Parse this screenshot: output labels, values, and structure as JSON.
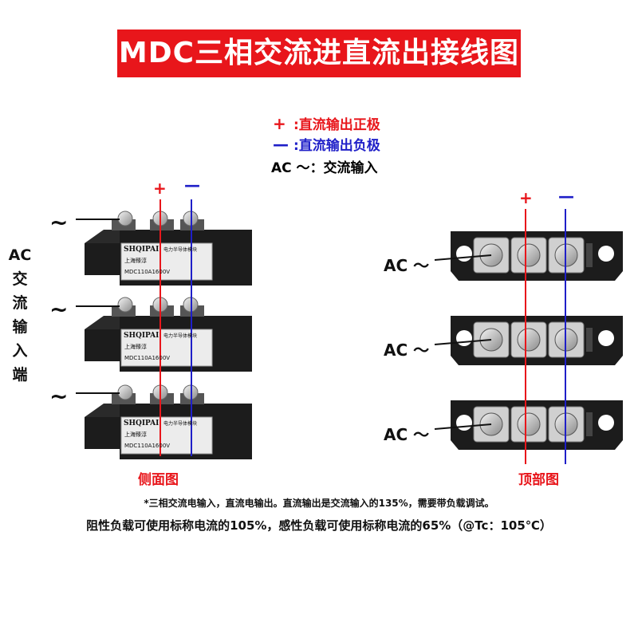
{
  "title": "MDC三相交流进直流出接线图",
  "legend": {
    "plus_symbol": "+",
    "plus_text": ":直流输出正极",
    "minus_symbol": "—",
    "minus_text": ":直流输出负极",
    "ac_symbol": "AC ～",
    "ac_text": "：交流输入"
  },
  "side_view": {
    "plus_label": "+",
    "minus_label": "—",
    "tilde_label": "~",
    "ac_vertical": [
      "AC",
      "交",
      "流",
      "输",
      "入",
      "端"
    ],
    "module_brand": "SHQIPAI",
    "module_subtitle": "上海臻淳",
    "module_header": "电力半导体模块",
    "module_model": "MDC110A1600V",
    "caption": "侧面图"
  },
  "top_view": {
    "plus_label": "+",
    "minus_label": "—",
    "ac_label": "AC ～",
    "caption": "顶部图"
  },
  "notes": {
    "line1": "*三相交流电输入，直流电输出。直流输出是交流输入的135%，需要带负载调试。",
    "line2": "阻性负载可使用标称电流的105%，感性负载可使用标称电流的65%（@Tc：105℃）"
  },
  "colors": {
    "accent_red": "#e8161b",
    "wire_blue": "#1f1fc8",
    "module_black": "#1c1c1c"
  }
}
